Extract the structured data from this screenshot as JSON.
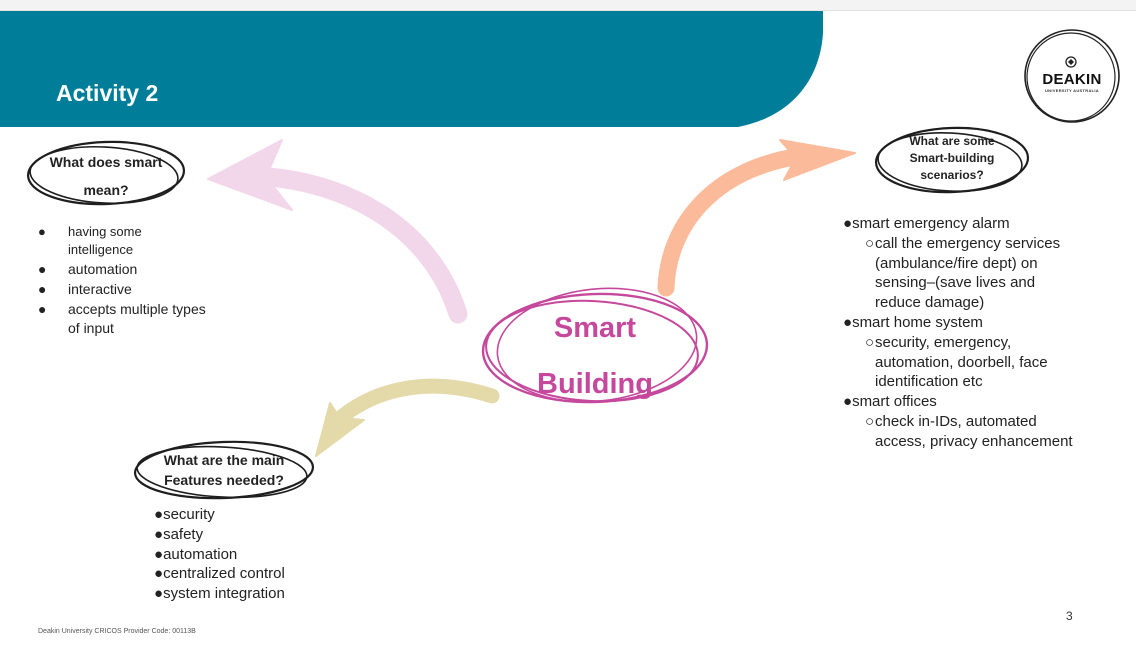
{
  "slide": {
    "title": "Activity 2",
    "logo": {
      "name": "DEAKIN",
      "subtitle": "UNIVERSITY AUSTRALIA"
    },
    "center": {
      "line1": "Smart",
      "line2": "Building"
    },
    "smart": {
      "question": "What does smart mean?",
      "items": [
        "having some intelligence",
        "automation",
        "interactive",
        "accepts multiple types of input"
      ]
    },
    "scenarios": {
      "question": "What are some Smart-building scenarios?",
      "items": [
        {
          "label": "smart emergency alarm",
          "sub": [
            "call the emergency services (ambulance/fire dept) on sensing–(save lives and reduce damage)"
          ]
        },
        {
          "label": "smart home system",
          "sub": [
            "security, emergency, automation, doorbell, face identification etc"
          ]
        },
        {
          "label": "smart offices",
          "sub": [
            "check in-IDs, automated access, privacy enhancement"
          ]
        }
      ]
    },
    "features": {
      "question": "What are the main Features needed?",
      "items": [
        "security",
        "safety",
        "automation",
        "centralized control",
        "system integration"
      ]
    },
    "page_number": "3",
    "footer": "Deakin University CRICOS Provider Code: 00113B",
    "colors": {
      "banner": "#007e99",
      "accent": "#c5489c",
      "arrow_pink": "#f2d7ea",
      "arrow_peach": "#fbbb9a",
      "arrow_tan": "#e4d9a8"
    }
  }
}
